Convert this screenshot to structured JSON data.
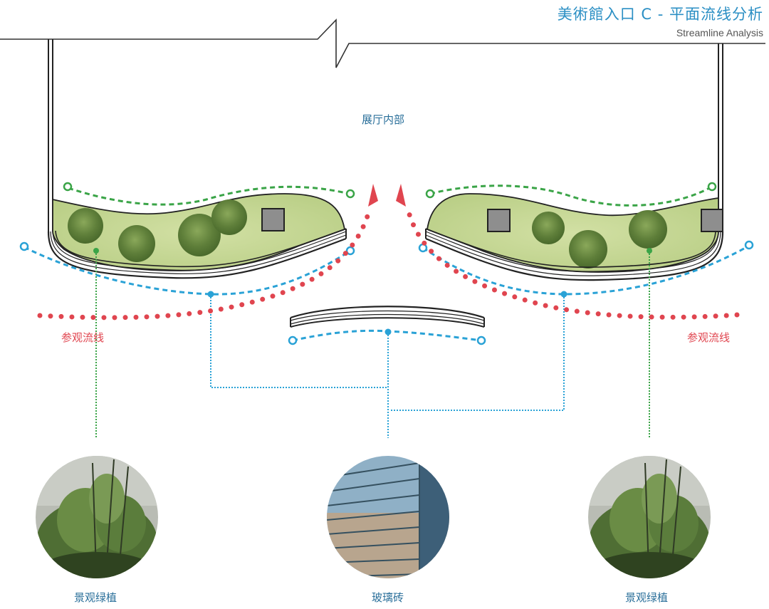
{
  "title": {
    "main": "美術館入口 C - 平面流线分析",
    "subtitle": "Streamline Analysis"
  },
  "labels": {
    "hall_interior": "展厅内部",
    "visit_flow_left": "参观流线",
    "visit_flow_right": "参观流线"
  },
  "legend_photos": [
    {
      "label": "景观绿植",
      "image": "landscape-planting-photo"
    },
    {
      "label": "玻璃砖",
      "image": "glass-brick-photo"
    },
    {
      "label": "景观绿植",
      "image": "landscape-planting-photo"
    }
  ],
  "colors": {
    "title_blue": "#2b8fc4",
    "label_blue": "#2a6f9a",
    "visit_flow_red": "#e0454f",
    "planting_green": "#3aa447",
    "glass_blue": "#2aa2d6",
    "wall": "#222222",
    "lawn": "#c4d796",
    "column_gray": "#8e8e8e"
  }
}
